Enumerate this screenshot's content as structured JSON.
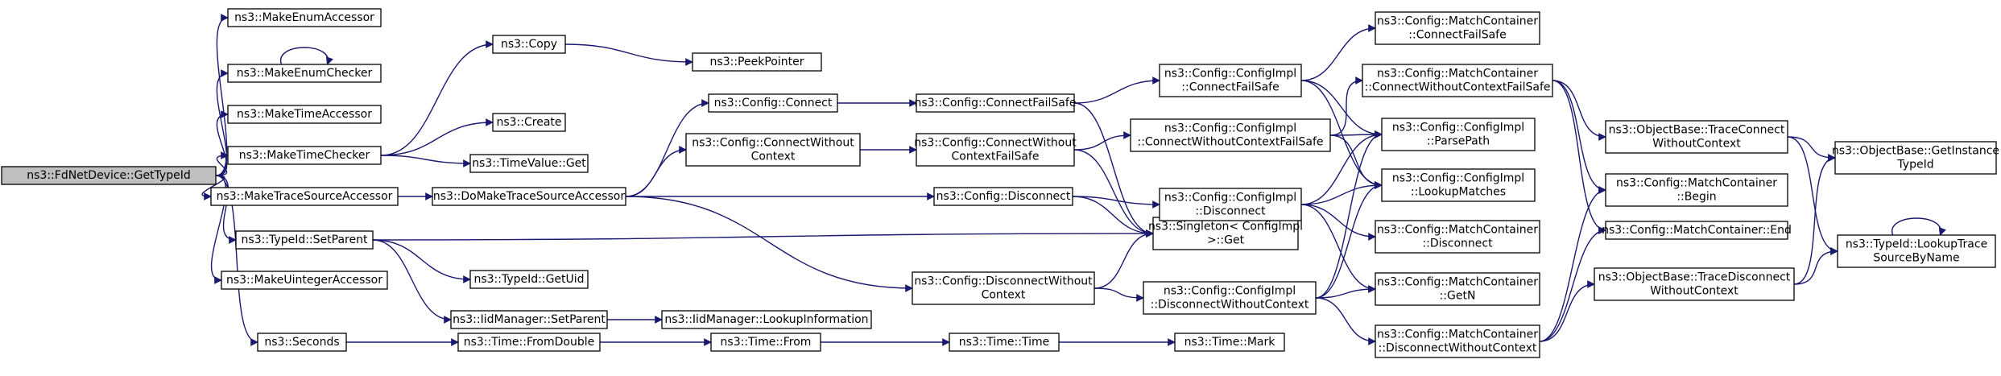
{
  "nodes": [
    {
      "id": "root",
      "lines": [
        "ns3::FdNetDevice::GetTypeId"
      ],
      "root": true
    },
    {
      "id": "makeEnumAcc",
      "lines": [
        "ns3::MakeEnumAccessor"
      ]
    },
    {
      "id": "makeEnumChk",
      "lines": [
        "ns3::MakeEnumChecker"
      ]
    },
    {
      "id": "makeTimeAcc",
      "lines": [
        "ns3::MakeTimeAccessor"
      ]
    },
    {
      "id": "makeTimeChk",
      "lines": [
        "ns3::MakeTimeChecker"
      ]
    },
    {
      "id": "makeTraceAcc",
      "lines": [
        "ns3::MakeTraceSourceAccessor"
      ]
    },
    {
      "id": "setParent",
      "lines": [
        "ns3::TypeId::SetParent"
      ]
    },
    {
      "id": "makeUintAcc",
      "lines": [
        "ns3::MakeUintegerAccessor"
      ]
    },
    {
      "id": "seconds",
      "lines": [
        "ns3::Seconds"
      ]
    },
    {
      "id": "copy",
      "lines": [
        "ns3::Copy"
      ]
    },
    {
      "id": "create",
      "lines": [
        "ns3::Create"
      ]
    },
    {
      "id": "timeValueGet",
      "lines": [
        "ns3::TimeValue::Get"
      ]
    },
    {
      "id": "peekPointer",
      "lines": [
        "ns3::PeekPointer"
      ]
    },
    {
      "id": "doMakeTrace",
      "lines": [
        "ns3::DoMakeTraceSourceAccessor"
      ]
    },
    {
      "id": "getUid",
      "lines": [
        "ns3::TypeId::GetUid"
      ]
    },
    {
      "id": "iidSetParent",
      "lines": [
        "ns3::IidManager::SetParent"
      ]
    },
    {
      "id": "iidLookupInfo",
      "lines": [
        "ns3::IidManager::LookupInformation"
      ]
    },
    {
      "id": "fromDouble",
      "lines": [
        "ns3::Time::FromDouble"
      ]
    },
    {
      "id": "timeFrom",
      "lines": [
        "ns3::Time::From"
      ]
    },
    {
      "id": "timeTime",
      "lines": [
        "ns3::Time::Time"
      ]
    },
    {
      "id": "timeMark",
      "lines": [
        "ns3::Time::Mark"
      ]
    },
    {
      "id": "cfgConnect",
      "lines": [
        "ns3::Config::Connect"
      ]
    },
    {
      "id": "cfgConnectWo",
      "lines": [
        "ns3::Config::ConnectWithout",
        "Context"
      ]
    },
    {
      "id": "cfgDisconnect",
      "lines": [
        "ns3::Config::Disconnect"
      ]
    },
    {
      "id": "cfgDisconnectWo",
      "lines": [
        "ns3::Config::DisconnectWithout",
        "Context"
      ]
    },
    {
      "id": "cfgConnectFS",
      "lines": [
        "ns3::Config::ConnectFailSafe"
      ]
    },
    {
      "id": "cfgConnectWoFS",
      "lines": [
        "ns3::Config::ConnectWithout",
        "ContextFailSafe"
      ]
    },
    {
      "id": "singletonGet",
      "lines": [
        "ns3::Singleton< ConfigImpl",
        ">::Get"
      ]
    },
    {
      "id": "implConnectFS",
      "lines": [
        "ns3::Config::ConfigImpl",
        "::ConnectFailSafe"
      ]
    },
    {
      "id": "implConnectWoFS",
      "lines": [
        "ns3::Config::ConfigImpl",
        "::ConnectWithoutContextFailSafe"
      ]
    },
    {
      "id": "implDisconnect",
      "lines": [
        "ns3::Config::ConfigImpl",
        "::Disconnect"
      ]
    },
    {
      "id": "implDisconnectWo",
      "lines": [
        "ns3::Config::ConfigImpl",
        "::DisconnectWithoutContext"
      ]
    },
    {
      "id": "mcConnectFS",
      "lines": [
        "ns3::Config::MatchContainer",
        "::ConnectFailSafe"
      ]
    },
    {
      "id": "mcConnectWoFS",
      "lines": [
        "ns3::Config::MatchContainer",
        "::ConnectWithoutContextFailSafe"
      ]
    },
    {
      "id": "implParsePath",
      "lines": [
        "ns3::Config::ConfigImpl",
        "::ParsePath"
      ]
    },
    {
      "id": "implLookup",
      "lines": [
        "ns3::Config::ConfigImpl",
        "::LookupMatches"
      ]
    },
    {
      "id": "mcDisconnect",
      "lines": [
        "ns3::Config::MatchContainer",
        "::Disconnect"
      ]
    },
    {
      "id": "mcGetN",
      "lines": [
        "ns3::Config::MatchContainer",
        "::GetN"
      ]
    },
    {
      "id": "mcDisconnectWo",
      "lines": [
        "ns3::Config::MatchContainer",
        "::DisconnectWithoutContext"
      ]
    },
    {
      "id": "obTraceConnect",
      "lines": [
        "ns3::ObjectBase::TraceConnect",
        "WithoutContext"
      ]
    },
    {
      "id": "mcBegin",
      "lines": [
        "ns3::Config::MatchContainer",
        "::Begin"
      ]
    },
    {
      "id": "mcEnd",
      "lines": [
        "ns3::Config::MatchContainer::End"
      ]
    },
    {
      "id": "obTraceDisconnect",
      "lines": [
        "ns3::ObjectBase::TraceDisconnect",
        "WithoutContext"
      ]
    },
    {
      "id": "obGetInstance",
      "lines": [
        "ns3::ObjectBase::GetInstance",
        "TypeId"
      ]
    },
    {
      "id": "lookupTrace",
      "lines": [
        "ns3::TypeId::LookupTrace",
        "SourceByName"
      ]
    }
  ],
  "edges": [
    [
      "root",
      "makeEnumAcc"
    ],
    [
      "root",
      "makeEnumChk"
    ],
    [
      "root",
      "makeTimeAcc"
    ],
    [
      "root",
      "makeTimeChk"
    ],
    [
      "root",
      "makeTraceAcc"
    ],
    [
      "root",
      "setParent"
    ],
    [
      "root",
      "makeUintAcc"
    ],
    [
      "root",
      "seconds"
    ],
    [
      "makeEnumChk",
      "makeEnumChk"
    ],
    [
      "makeTimeChk",
      "copy"
    ],
    [
      "makeTimeChk",
      "create"
    ],
    [
      "makeTimeChk",
      "timeValueGet"
    ],
    [
      "copy",
      "peekPointer"
    ],
    [
      "makeTraceAcc",
      "doMakeTrace"
    ],
    [
      "doMakeTrace",
      "cfgConnect"
    ],
    [
      "doMakeTrace",
      "cfgConnectWo"
    ],
    [
      "doMakeTrace",
      "cfgDisconnect"
    ],
    [
      "doMakeTrace",
      "cfgDisconnectWo"
    ],
    [
      "setParent",
      "singletonGet"
    ],
    [
      "setParent",
      "getUid"
    ],
    [
      "setParent",
      "iidSetParent"
    ],
    [
      "iidSetParent",
      "iidLookupInfo"
    ],
    [
      "seconds",
      "fromDouble"
    ],
    [
      "fromDouble",
      "timeFrom"
    ],
    [
      "timeFrom",
      "timeTime"
    ],
    [
      "timeTime",
      "timeMark"
    ],
    [
      "cfgConnect",
      "cfgConnectFS"
    ],
    [
      "cfgConnectWo",
      "cfgConnectWoFS"
    ],
    [
      "cfgDisconnect",
      "implDisconnect"
    ],
    [
      "cfgDisconnect",
      "singletonGet"
    ],
    [
      "cfgDisconnectWo",
      "singletonGet"
    ],
    [
      "cfgDisconnectWo",
      "implDisconnectWo"
    ],
    [
      "cfgConnectFS",
      "implConnectFS"
    ],
    [
      "cfgConnectFS",
      "singletonGet"
    ],
    [
      "cfgConnectWoFS",
      "implConnectWoFS"
    ],
    [
      "cfgConnectWoFS",
      "singletonGet"
    ],
    [
      "implConnectFS",
      "mcConnectFS"
    ],
    [
      "implConnectFS",
      "implParsePath"
    ],
    [
      "implConnectFS",
      "implLookup"
    ],
    [
      "implConnectWoFS",
      "mcConnectWoFS"
    ],
    [
      "implConnectWoFS",
      "implParsePath"
    ],
    [
      "implConnectWoFS",
      "implLookup"
    ],
    [
      "implDisconnect",
      "implParsePath"
    ],
    [
      "implDisconnect",
      "implLookup"
    ],
    [
      "implDisconnect",
      "mcDisconnect"
    ],
    [
      "implDisconnect",
      "mcGetN"
    ],
    [
      "implDisconnectWo",
      "implParsePath"
    ],
    [
      "implDisconnectWo",
      "implLookup"
    ],
    [
      "implDisconnectWo",
      "mcGetN"
    ],
    [
      "implDisconnectWo",
      "mcDisconnectWo"
    ],
    [
      "mcConnectWoFS",
      "obTraceConnect"
    ],
    [
      "mcConnectWoFS",
      "mcBegin"
    ],
    [
      "mcConnectWoFS",
      "mcEnd"
    ],
    [
      "mcDisconnectWo",
      "mcBegin"
    ],
    [
      "mcDisconnectWo",
      "mcEnd"
    ],
    [
      "mcDisconnectWo",
      "obTraceDisconnect"
    ],
    [
      "obTraceConnect",
      "obGetInstance"
    ],
    [
      "obTraceConnect",
      "lookupTrace"
    ],
    [
      "obTraceDisconnect",
      "obGetInstance"
    ],
    [
      "obTraceDisconnect",
      "lookupTrace"
    ],
    [
      "lookupTrace",
      "lookupTrace"
    ]
  ],
  "colors": {
    "edge": "#191970",
    "border": "#000000",
    "root_fill": "#bfbfbf",
    "node_fill": "#ffffff"
  }
}
